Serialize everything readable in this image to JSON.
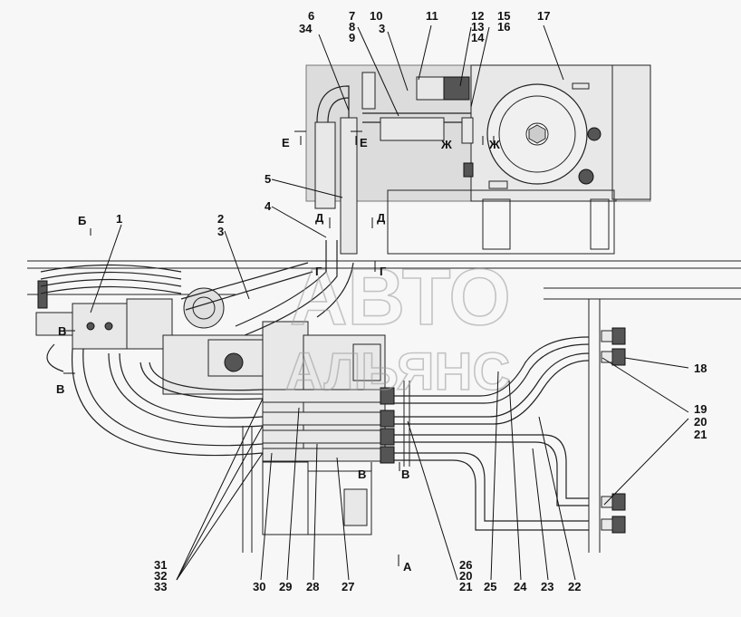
{
  "watermark": {
    "line1": "АВТО",
    "line2": "АЛЬЯНС"
  },
  "labels": {
    "l1": "1",
    "l2": "2",
    "l3": "3",
    "l4": "4",
    "l5": "5",
    "l6": "6",
    "l34": "34",
    "l7": "7",
    "l8": "8",
    "l9": "9",
    "l10": "10",
    "l3b": "3",
    "l11": "11",
    "l12": "12",
    "l13": "13",
    "l14": "14",
    "l15": "15",
    "l16": "16",
    "l17": "17",
    "l18": "18",
    "l19": "19",
    "l20": "20",
    "l21": "21",
    "l22": "22",
    "l23": "23",
    "l24": "24",
    "l25": "25",
    "l26": "26",
    "l20b": "20",
    "l21b": "21",
    "l27": "27",
    "l28": "28",
    "l29": "29",
    "l30": "30",
    "l31": "31",
    "l32": "32",
    "l33": "33"
  },
  "sections": {
    "b": "Б",
    "v1": "В",
    "v2": "В",
    "v3": "В",
    "v4": "В",
    "g1": "Г",
    "g2": "Г",
    "d1": "Д",
    "d2": "Д",
    "e1": "Е",
    "e2": "Е",
    "zh1": "Ж",
    "zh2": "Ж",
    "a": "А"
  }
}
